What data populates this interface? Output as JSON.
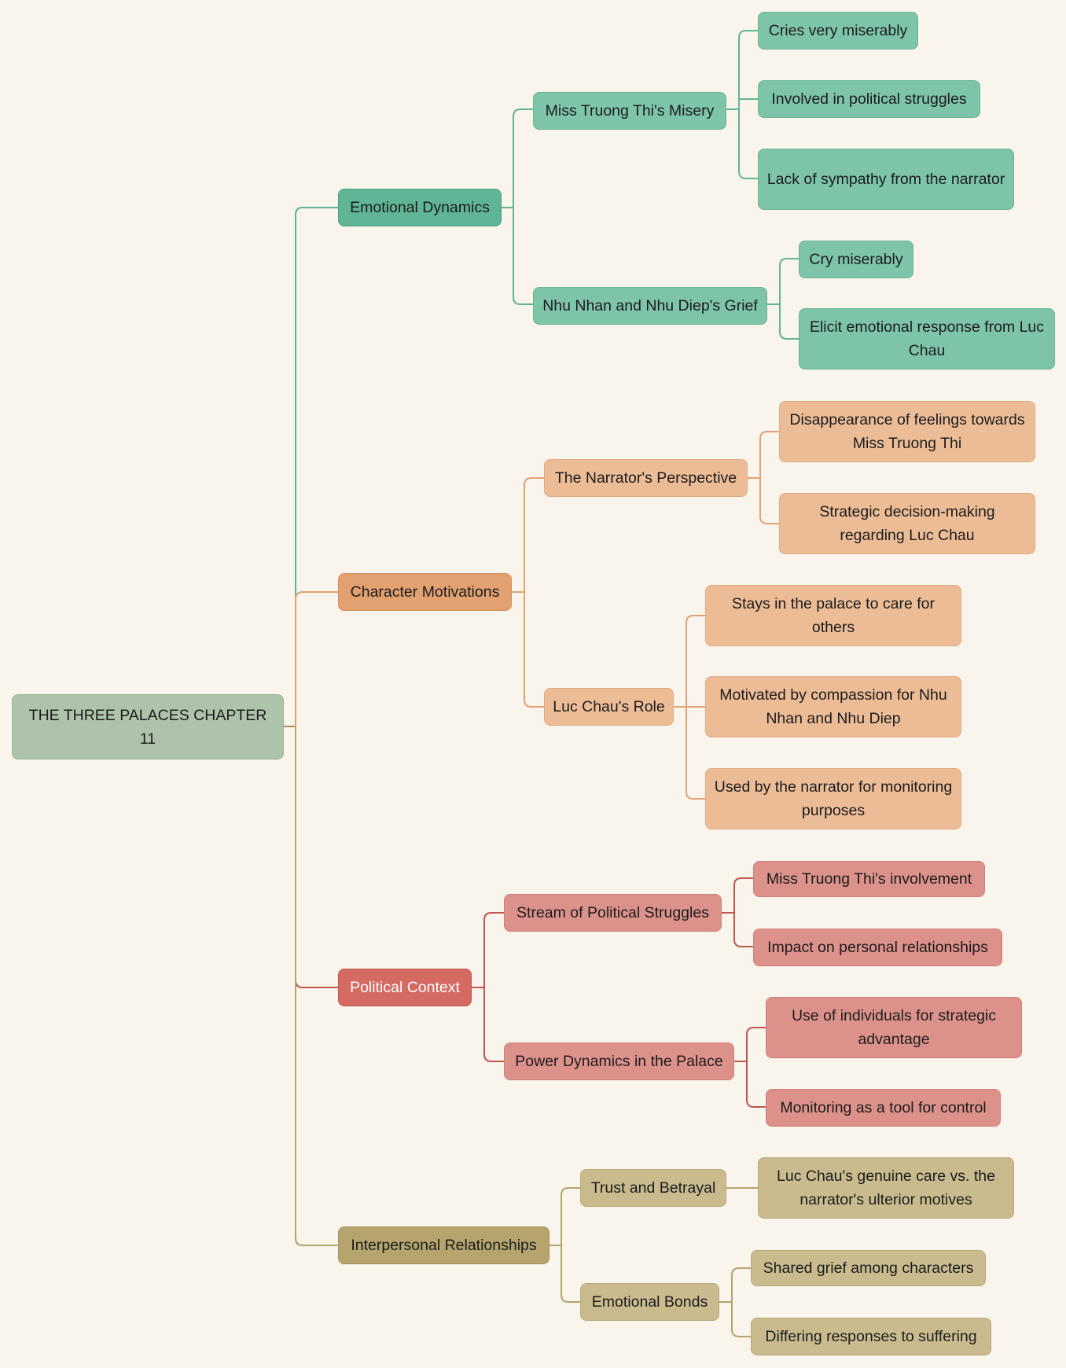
{
  "root": "THE THREE PALACES CHAPTER 11",
  "colors": {
    "background": "#f9f4ec",
    "emotional": "#5fb595",
    "character": "#e3a171",
    "political": "#d46a62",
    "interpersonal": "#b5a46d"
  },
  "branches": [
    {
      "label": "Emotional Dynamics",
      "children": [
        {
          "label": "Miss Truong Thi's Misery",
          "children": [
            "Cries very miserably",
            "Involved in political struggles",
            "Lack of sympathy from the narrator"
          ]
        },
        {
          "label": "Nhu Nhan and Nhu Diep's Grief",
          "children": [
            "Cry miserably",
            "Elicit emotional response from Luc Chau"
          ]
        }
      ]
    },
    {
      "label": "Character Motivations",
      "children": [
        {
          "label": "The Narrator's Perspective",
          "children": [
            "Disappearance of feelings towards Miss Truong Thi",
            "Strategic decision-making regarding Luc Chau"
          ]
        },
        {
          "label": "Luc Chau's Role",
          "children": [
            "Stays in the palace to care for others",
            "Motivated by compassion for Nhu Nhan and Nhu Diep",
            "Used by the narrator for monitoring purposes"
          ]
        }
      ]
    },
    {
      "label": "Political Context",
      "children": [
        {
          "label": "Stream of Political Struggles",
          "children": [
            "Miss Truong Thi's involvement",
            "Impact on personal relationships"
          ]
        },
        {
          "label": "Power Dynamics in the Palace",
          "children": [
            "Use of individuals for strategic advantage",
            "Monitoring as a tool for control"
          ]
        }
      ]
    },
    {
      "label": "Interpersonal Relationships",
      "children": [
        {
          "label": "Trust and Betrayal",
          "children": [
            "Luc Chau's genuine care vs. the narrator's ulterior motives"
          ]
        },
        {
          "label": "Emotional Bonds",
          "children": [
            "Shared grief among characters",
            "Differing responses to suffering"
          ]
        }
      ]
    }
  ]
}
